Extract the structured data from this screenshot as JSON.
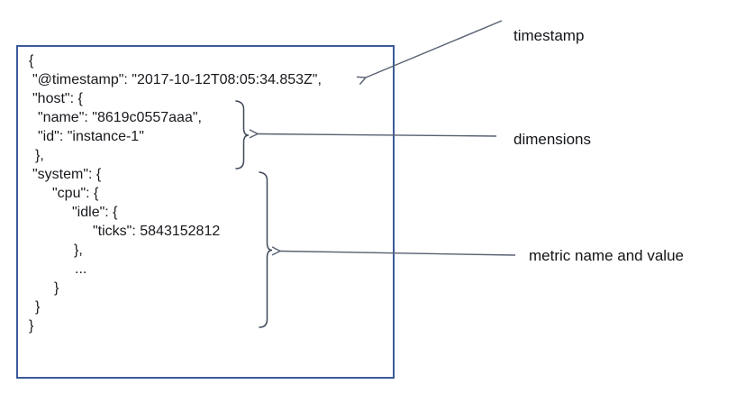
{
  "colors": {
    "box_border": "#3c5a99",
    "arrow": "#566070",
    "brace": "#3e4857",
    "code_text": "#17191d",
    "label_text": "#121417"
  },
  "code_box": {
    "lines": [
      {
        "text": "{",
        "indent": 0
      },
      {
        "text": "\"@timestamp\": \"2017-10-12T08:05:34.853Z\",",
        "indent": 4
      },
      {
        "text": "\"host\": {",
        "indent": 4
      },
      {
        "text": "\"name\": \"8619c0557aaa\",",
        "indent": 10
      },
      {
        "text": "\"id\": \"instance-1\"",
        "indent": 10
      },
      {
        "text": "},",
        "indent": 7
      },
      {
        "text": "\"system\": {",
        "indent": 4
      },
      {
        "text": "\"cpu\": {",
        "indent": 26
      },
      {
        "text": "\"idle\": {",
        "indent": 48
      },
      {
        "text": "\"ticks\": 5843152812",
        "indent": 71
      },
      {
        "text": "},",
        "indent": 50
      },
      {
        "text": "...",
        "indent": 51
      },
      {
        "text": "}",
        "indent": 28
      },
      {
        "text": "}",
        "indent": 7
      },
      {
        "text": "}",
        "indent": 0
      }
    ]
  },
  "annotations": {
    "timestamp": {
      "label": "timestamp"
    },
    "dimensions": {
      "label": "dimensions"
    },
    "metric": {
      "label": "metric name and value"
    }
  }
}
